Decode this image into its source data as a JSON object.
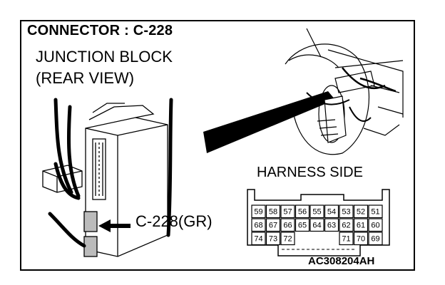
{
  "title": "CONNECTOR : C-228",
  "component": {
    "line1": "JUNCTION BLOCK",
    "line2": "(REAR VIEW)"
  },
  "callout": "C-228(GR)",
  "harness_label": "HARNESS SIDE",
  "figure_code": "AC308204AH",
  "connector": {
    "rows": [
      [
        "59",
        "58",
        "57",
        "56",
        "55",
        "54",
        "53",
        "52",
        "51"
      ],
      [
        "68",
        "67",
        "66",
        "65",
        "64",
        "63",
        "62",
        "61",
        "60"
      ],
      [
        "74",
        "73",
        "72",
        "",
        "",
        "",
        "71",
        "70",
        "69"
      ]
    ]
  }
}
